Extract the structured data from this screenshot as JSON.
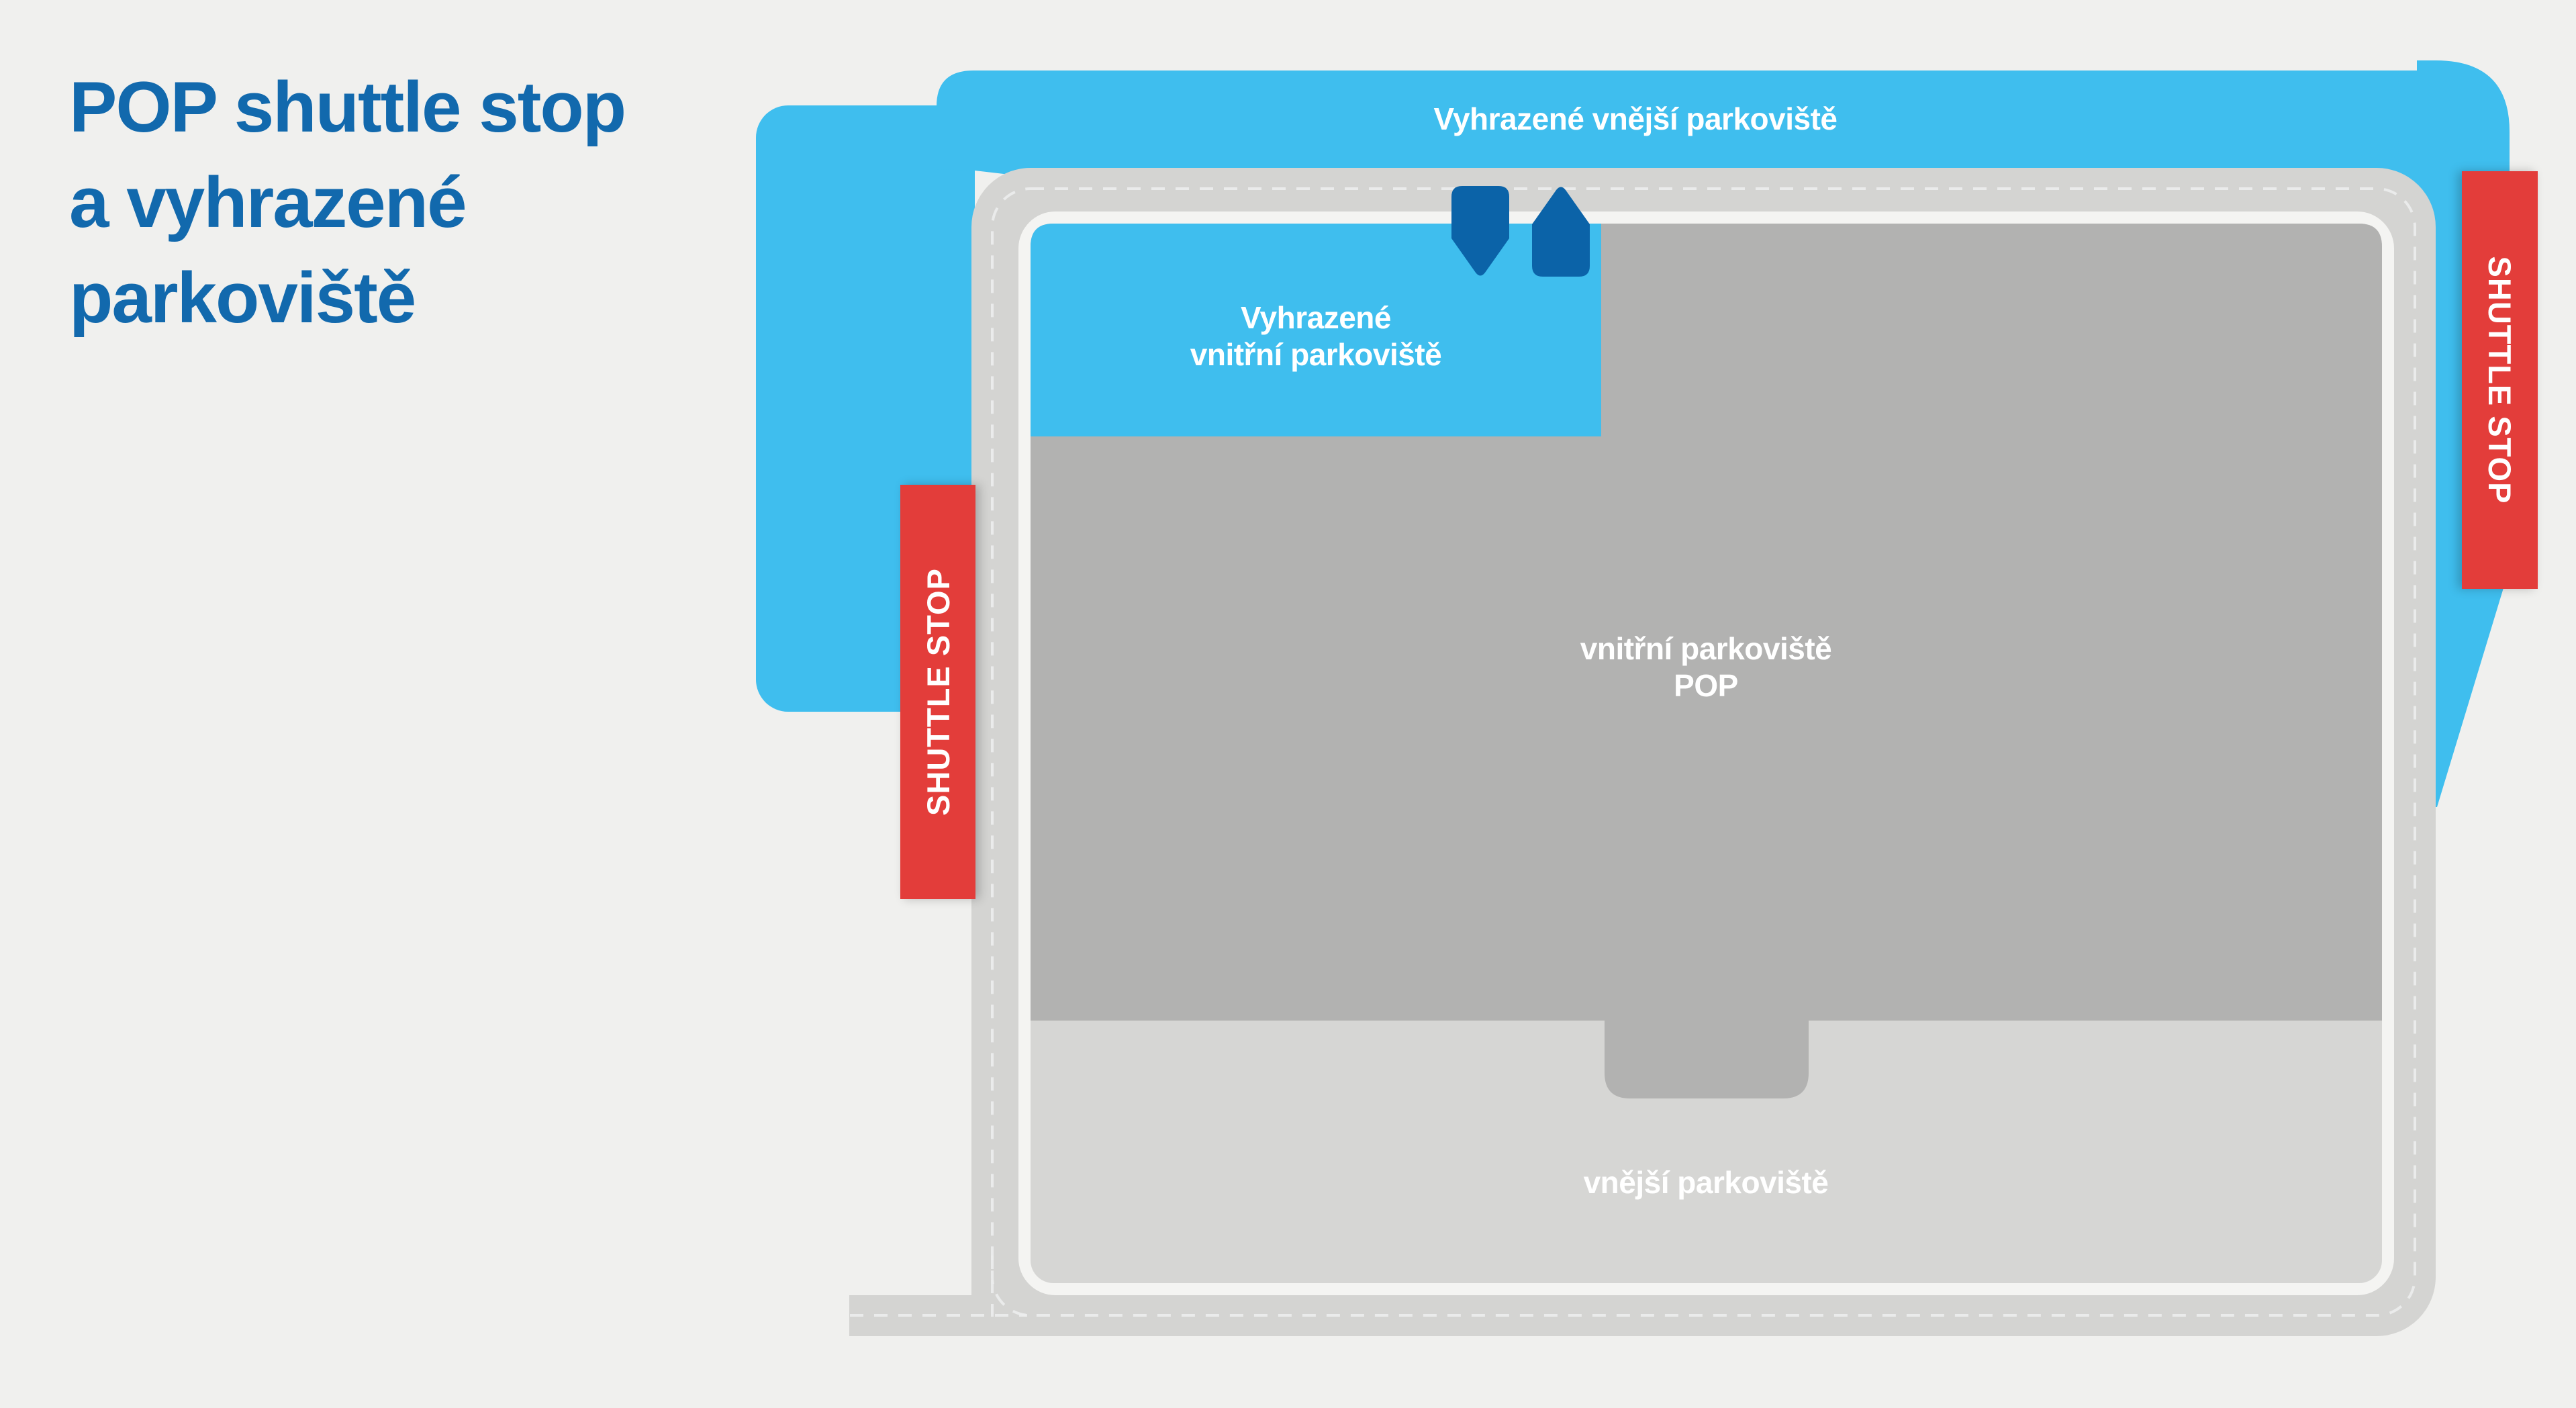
{
  "title": {
    "line1": "POP shuttle stop",
    "line2": "a vyhrazené",
    "line3": "parkoviště"
  },
  "zones": {
    "outer_reserved": "Vyhrazené vnější parkoviště",
    "inner_reserved_line1": "Vyhrazené",
    "inner_reserved_line2": "vnitřní parkoviště",
    "inner_parking_line1": "vnitřní parkoviště",
    "inner_parking_line2": "POP",
    "outer_parking": "vnější parkoviště"
  },
  "badges": {
    "shuttle_stop_left": "SHUTTLE STOP",
    "shuttle_stop_right": "SHUTTLE STOP"
  },
  "icons": {
    "down": "arrow-down-icon",
    "up": "arrow-up-icon"
  },
  "colors": {
    "bg": "#f0f0ee",
    "blue": "#3fbeee",
    "darkblue": "#0b63a8",
    "titleblue": "#1269ad",
    "red": "#e33d3a",
    "roadgray": "#d4d4d2",
    "lightgray": "#d6d6d4",
    "darkgray": "#b2b2b1",
    "band": "#f4f4f2",
    "dash": "#eceded"
  }
}
